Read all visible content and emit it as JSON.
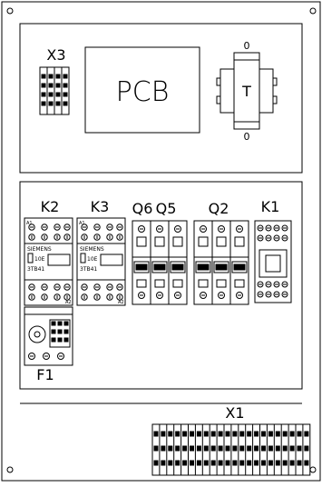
{
  "labels": {
    "x3": "X3",
    "pcb": "PCB",
    "transformer": "T",
    "transformer_top": "0",
    "transformer_bottom": "0",
    "k2": "K2",
    "k3": "K3",
    "q6": "Q6",
    "q5": "Q5",
    "q2": "Q2",
    "k1": "K1",
    "f1": "F1",
    "x1": "X1"
  },
  "contactors": [
    {
      "brand": "SIEMENS",
      "code": "3TB41",
      "mark": "10E",
      "a1": "A1",
      "a2": "A2"
    },
    {
      "brand": "SIEMENS",
      "code": "3TB41",
      "mark": "10E",
      "a1": "A1",
      "a2": "A2"
    }
  ],
  "terminal_blocks": {
    "x3_columns": 4,
    "x3_rows": 4,
    "x1_columns": 22,
    "x1_rows": 3
  },
  "colors": {
    "line": "#000000",
    "background": "#ffffff"
  }
}
